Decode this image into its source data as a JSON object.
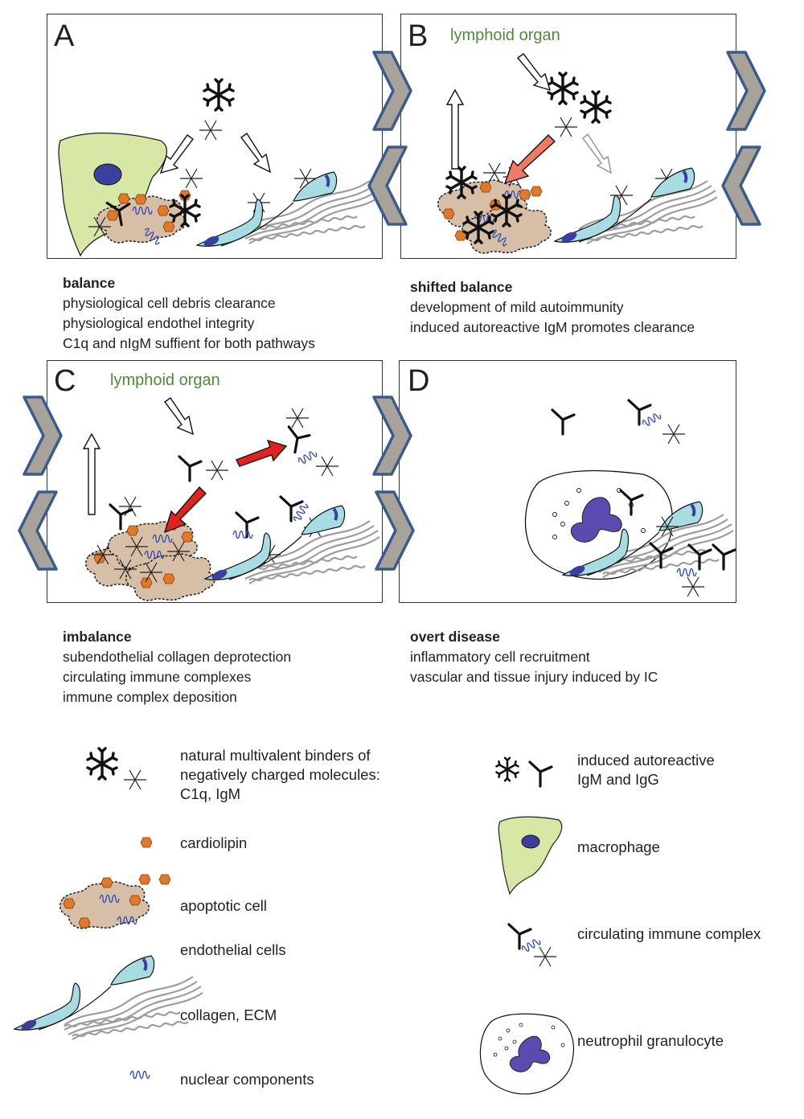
{
  "panels": {
    "A": {
      "letter": "A",
      "caption_title": "balance",
      "caption_lines": [
        "physiological  cell debris clearance",
        "physiological endothel integrity",
        "C1q and nIgM suffient for both pathways"
      ]
    },
    "B": {
      "letter": "B",
      "organ_label": "lymphoid organ",
      "caption_title": "shifted balance",
      "caption_lines": [
        "development of mild autoimmunity",
        "induced autoreactive IgM promotes clearance"
      ]
    },
    "C": {
      "letter": "C",
      "organ_label": "lymphoid organ",
      "caption_title": "imbalance",
      "caption_lines": [
        "subendothelial collagen deprotection",
        "circulating immune complexes",
        "immune complex deposition"
      ]
    },
    "D": {
      "letter": "D",
      "caption_title": "overt disease",
      "caption_lines": [
        "inflammatory cell recruitment",
        "vascular and tissue injury induced by IC"
      ]
    }
  },
  "legend": {
    "natural_binders": [
      "natural multivalent binders of",
      "negatively charged molecules:",
      "C1q, IgM"
    ],
    "cardiolipin": "cardiolipin",
    "apoptotic_cell": "apoptotic cell",
    "endothelial_cells": "endothelial cells",
    "collagen": "collagen, ECM",
    "nuclear": "nuclear components",
    "induced_autoreactive": [
      "induced autoreactive",
      "IgM and IgG"
    ],
    "macrophage": "macrophage",
    "immune_complex": "circulating immune complex",
    "neutrophil": "neutrophil granulocyte"
  },
  "colors": {
    "macrophage_fill": "#d7e8a6",
    "nucleus": "#3b3f9e",
    "apoptotic_fill": "#d6bfa6",
    "cardiolipin": "#e07a2a",
    "endothelial": "#a8dce3",
    "collagen": "#9d9d9d",
    "chevron": "#a7a39a",
    "chevron_border": "#3b5b8a",
    "red_arrow": "#e0231f",
    "salmon_arrow": "#ef7b64",
    "organ_text": "#4f8a3a"
  }
}
